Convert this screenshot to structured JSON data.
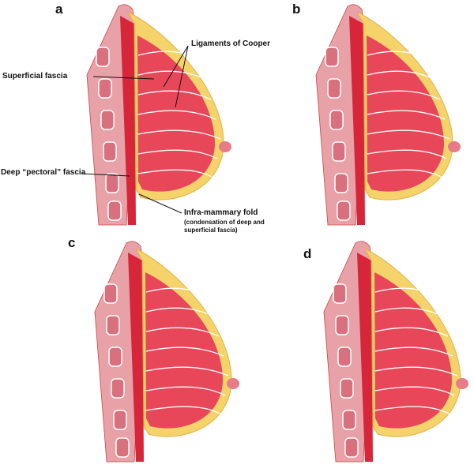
{
  "panels": [
    {
      "letter": "a"
    },
    {
      "letter": "b"
    },
    {
      "letter": "c"
    },
    {
      "letter": "d"
    }
  ],
  "labels": {
    "superficial_fascia": "Superficial fascia",
    "ligaments_of_cooper": "Ligaments of Cooper",
    "deep_pectoral_fascia": "Deep “pectoral” fascia",
    "infra_mammary_fold": "Infra-mammary fold",
    "infra_mammary_fold_note": "(condensation of deep and superficial fascia)"
  },
  "colors": {
    "skin_fat": "#f3d36a",
    "gland": "#e8475a",
    "muscle": "#d7263a",
    "chest_wall": "#e9a1a8",
    "ligament": "#ffffff"
  }
}
